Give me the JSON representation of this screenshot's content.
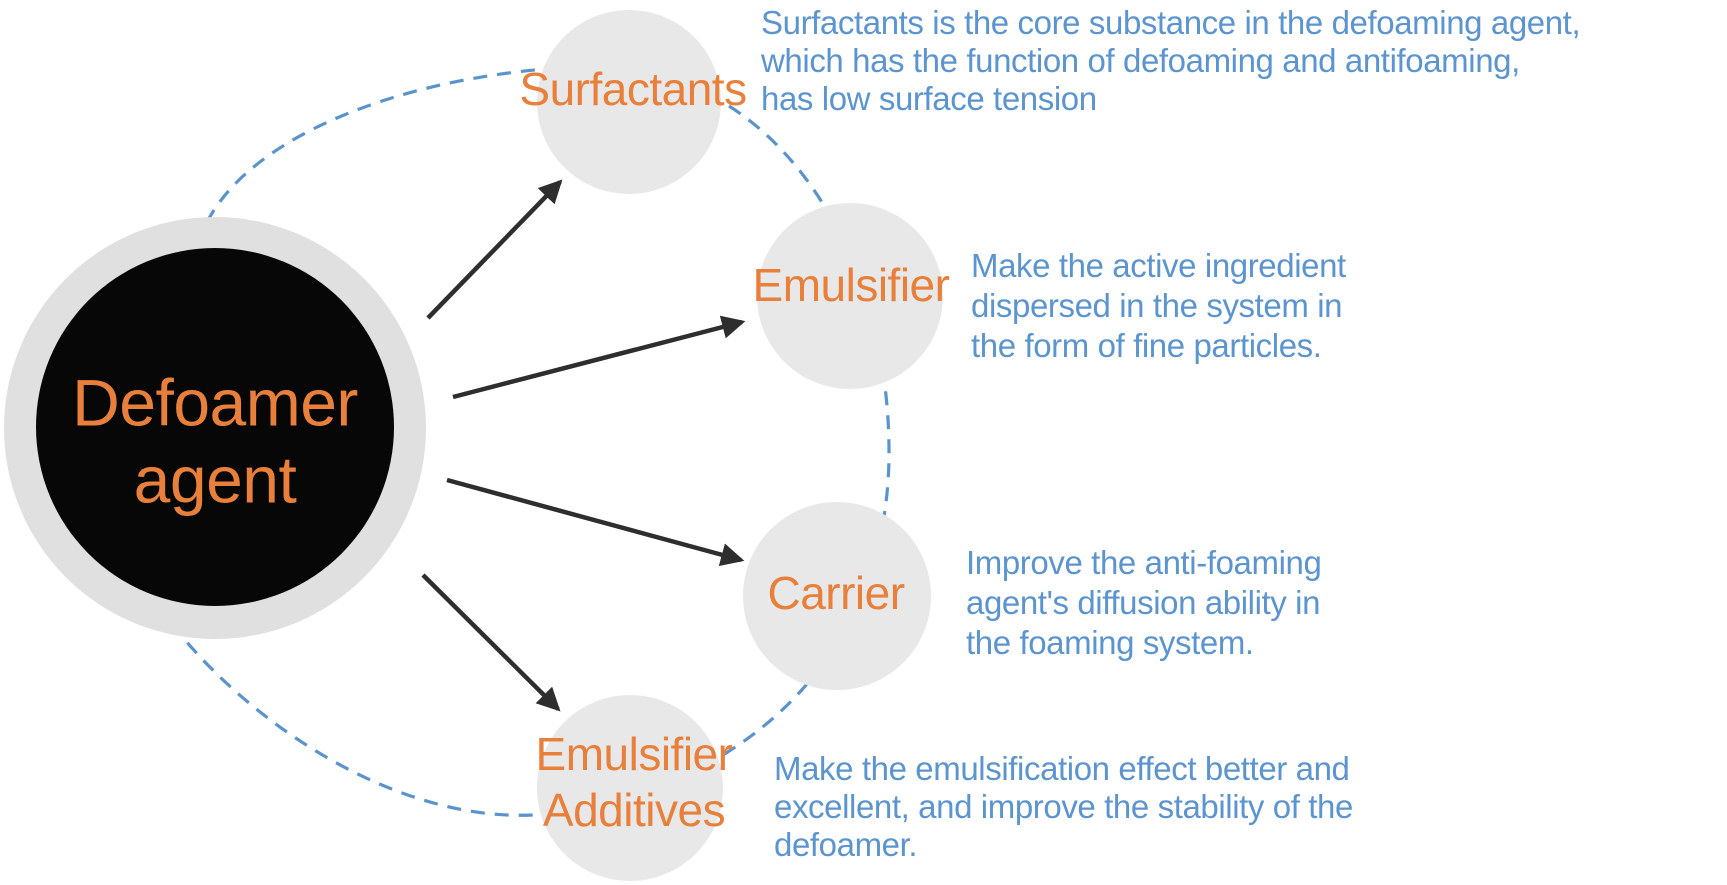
{
  "diagram": {
    "title": "Defoamer agent composition diagram",
    "colors": {
      "label_orange": "#e8803c",
      "description_blue": "#5b94ce",
      "dashed_arc_blue": "#5b93cc",
      "arrow_black": "#2e2e2e",
      "node_gray": "#e9e8e8",
      "center_ring_gray": "#e1e0e0",
      "center_fill_black": "#070707"
    },
    "center_node": {
      "label": "Defoamer\nagent"
    },
    "nodes": [
      {
        "id": "surfactants",
        "label": "Surfactants",
        "description": "Surfactants is the core substance in the defoaming agent,\nwhich has the function of defoaming and antifoaming,\nhas low surface tension"
      },
      {
        "id": "emulsifier",
        "label": "Emulsifier",
        "description": "Make the active ingredient\ndispersed in the system in\nthe form of fine particles."
      },
      {
        "id": "carrier",
        "label": "Carrier",
        "description": "Improve the anti-foaming\nagent's diffusion ability in\nthe foaming system."
      },
      {
        "id": "emulsifier-additives",
        "label": "Emulsifier\nAdditives",
        "description": "Make the emulsification effect better and\nexcellent, and improve the stability of the\ndefoamer."
      }
    ]
  }
}
